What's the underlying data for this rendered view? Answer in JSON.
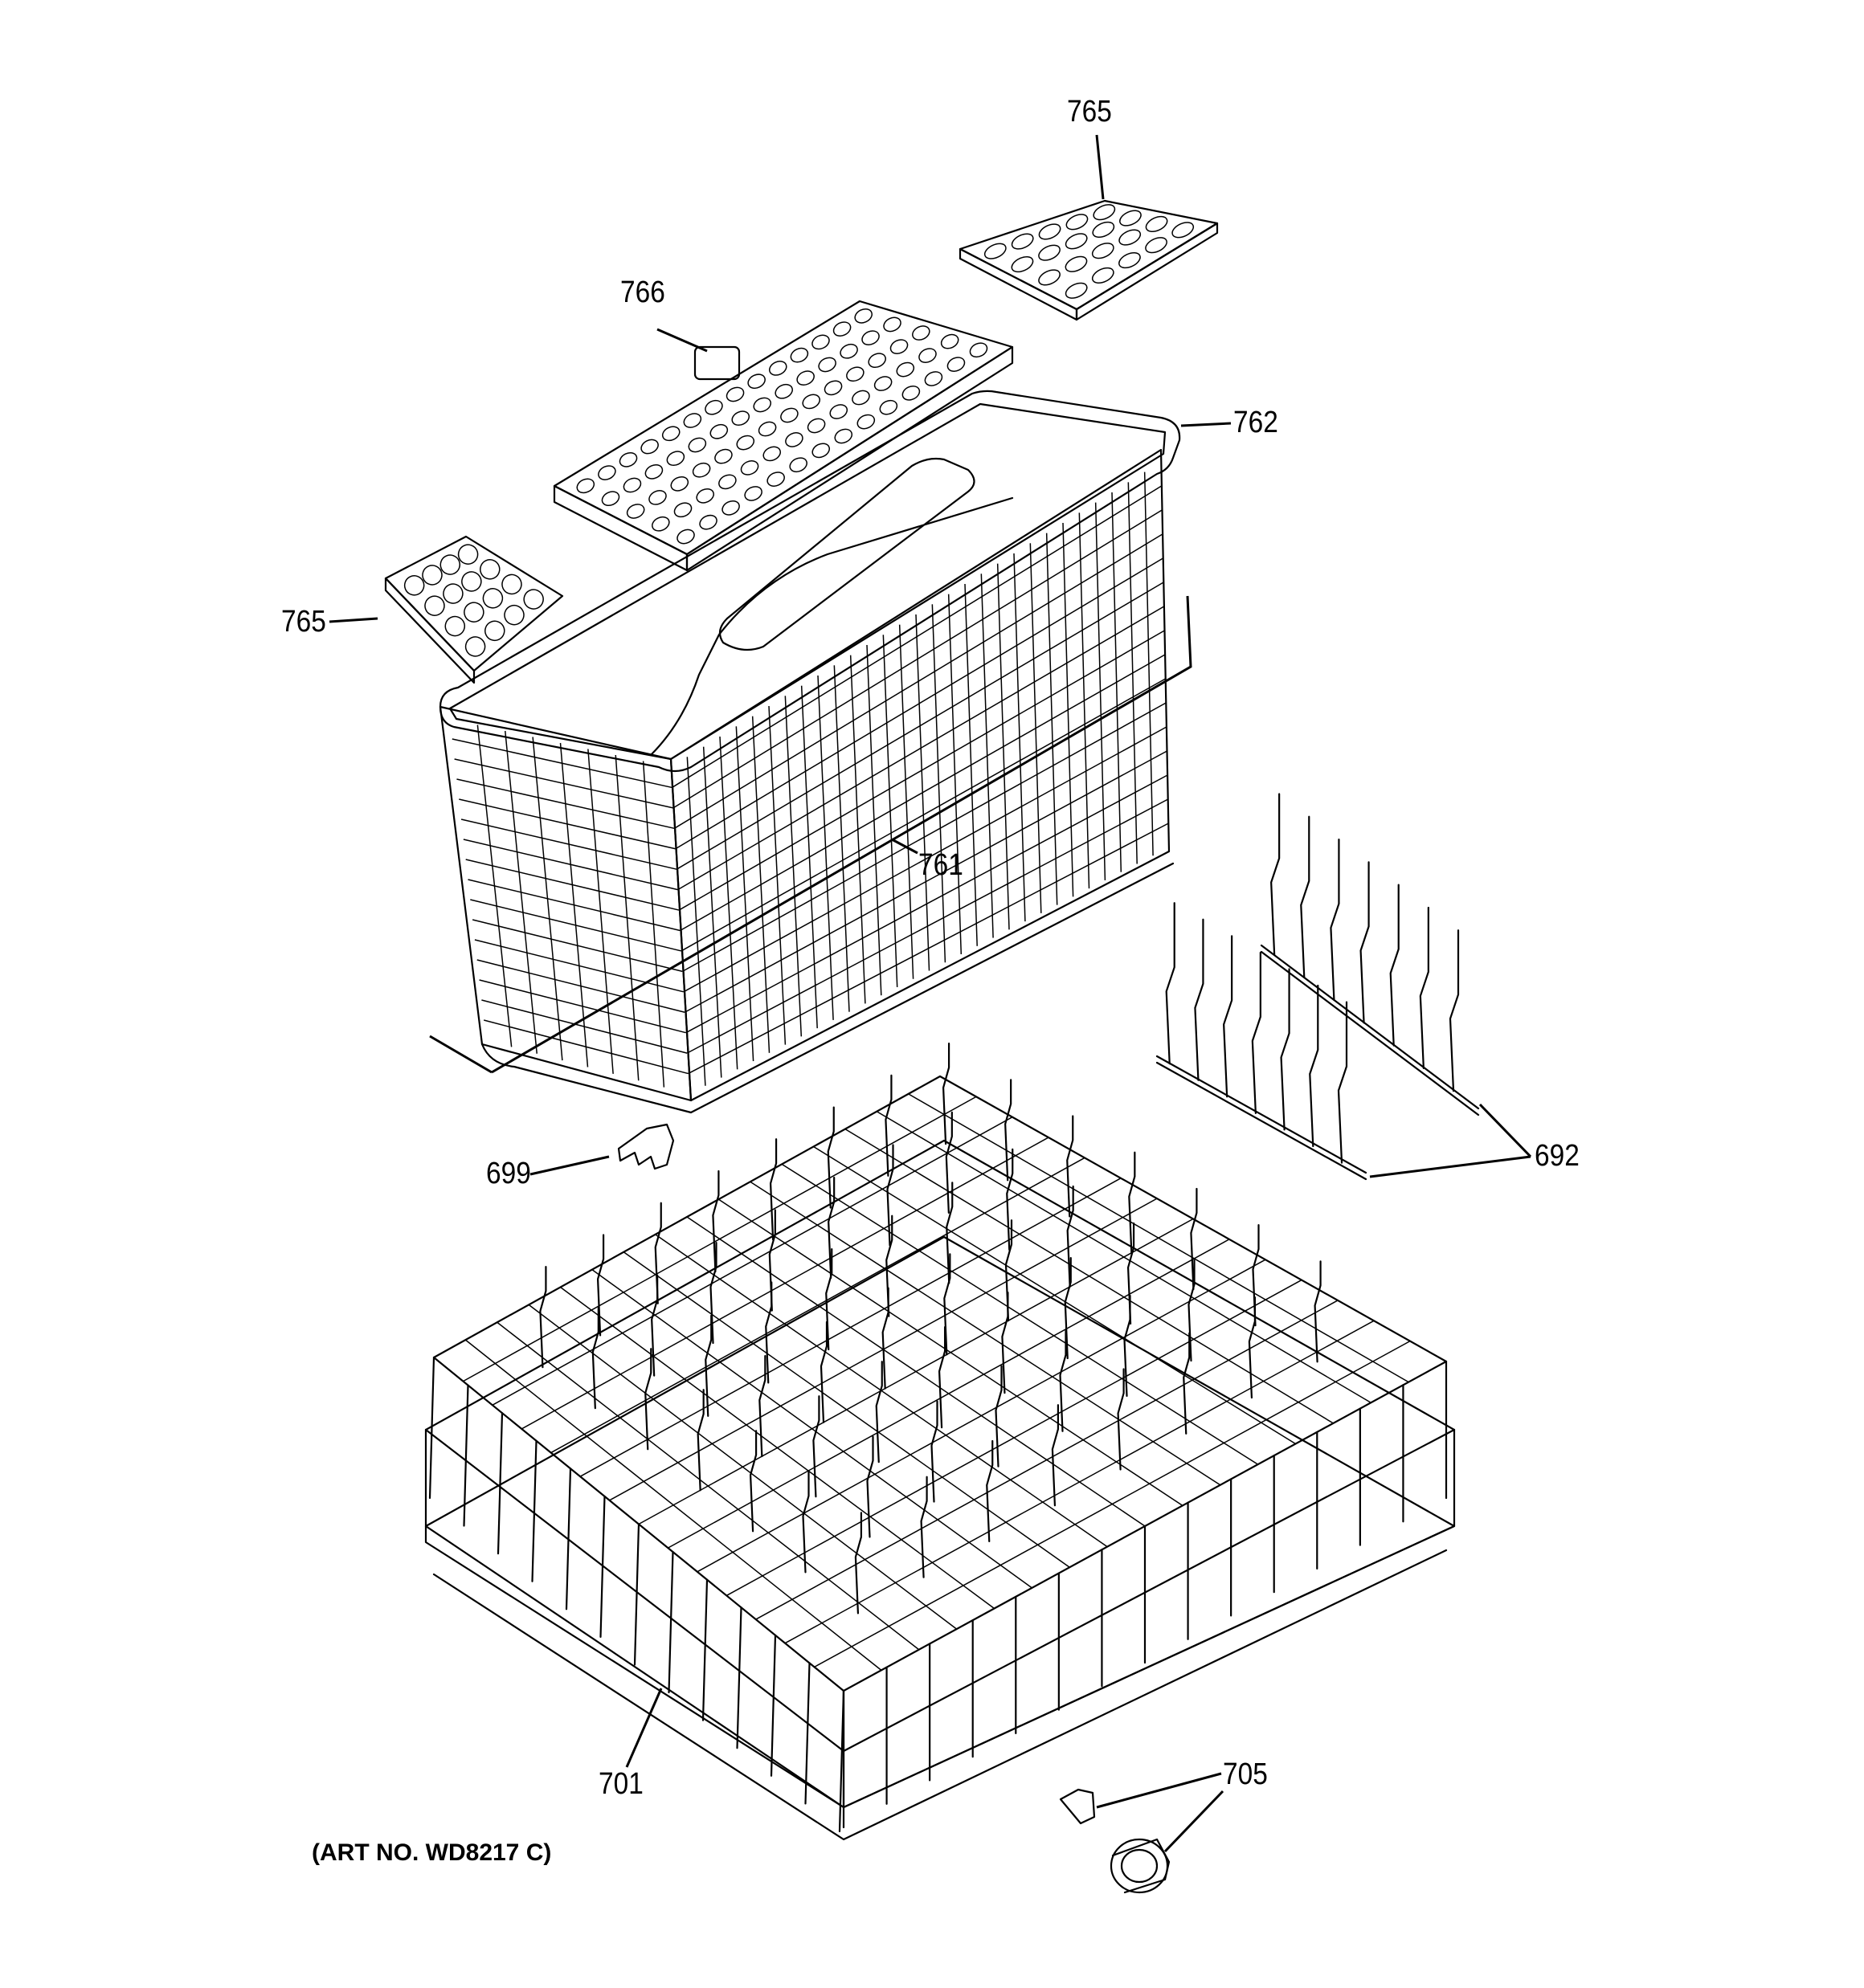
{
  "callouts": {
    "c765_top": "765",
    "c766": "766",
    "c762": "762",
    "c765_left": "765",
    "c761": "761",
    "c692": "692",
    "c699": "699",
    "c701": "701",
    "c705": "705"
  },
  "art_no": "(ART NO. WD8217 C)"
}
